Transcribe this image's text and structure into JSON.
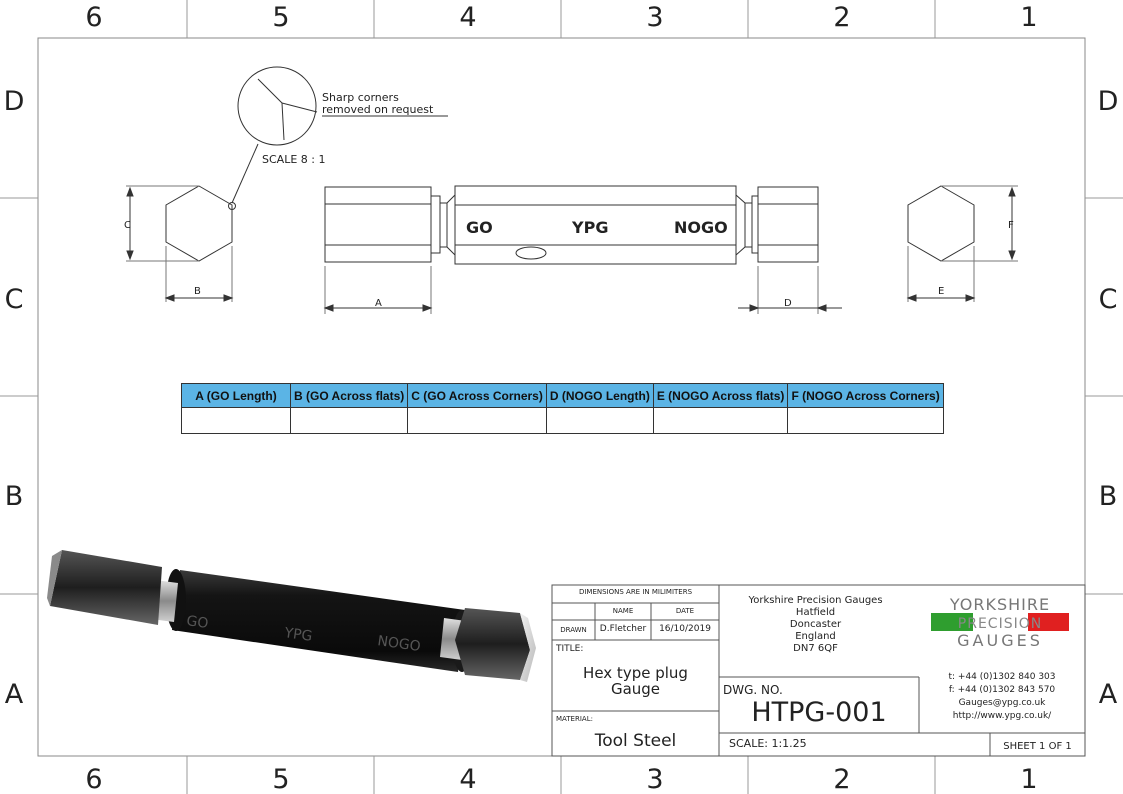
{
  "border": {
    "columns": [
      "6",
      "5",
      "4",
      "3",
      "2",
      "1"
    ],
    "rows": [
      "D",
      "C",
      "B",
      "A"
    ]
  },
  "detail": {
    "note_line1": "Sharp corners",
    "note_line2": "removed on request",
    "scale": "SCALE 8 : 1"
  },
  "drawing": {
    "engrave_go": "GO",
    "engrave_ypg": "YPG",
    "engrave_nogo": "NOGO",
    "dim_a": "A",
    "dim_b": "B",
    "dim_c": "C",
    "dim_d": "D",
    "dim_e": "E",
    "dim_f": "F"
  },
  "dims_table": {
    "headers": [
      "A (GO Length)",
      "B (GO Across flats)",
      "C (GO Across Corners)",
      "D (NOGO Length)",
      "E (NOGO Across flats)",
      "F (NOGO Across Corners)"
    ]
  },
  "render": {
    "engrave_go": "GO",
    "engrave_ypg": "YPG",
    "engrave_nogo": "NOGO"
  },
  "title_block": {
    "dims_note": "DIMENSIONS ARE IN MILIMITERS",
    "name_header": "NAME",
    "date_header": "DATE",
    "drawn_label": "DRAWN",
    "drawn_name": "D.Fletcher",
    "drawn_date": "16/10/2019",
    "title_label": "TITLE:",
    "title_line1": "Hex type plug",
    "title_line2": "Gauge",
    "material_label": "MATERIAL:",
    "material": "Tool Steel",
    "company_lines": [
      "Yorkshire Precision Gauges",
      "Hatfield",
      "Doncaster",
      "England",
      "DN7 6QF"
    ],
    "dwg_label": "DWG.  NO.",
    "dwg_no": "HTPG-001",
    "scale_label": "SCALE:  1:1.25",
    "sheet": "SHEET 1 OF 1",
    "logo": {
      "line1": "YORKSHIRE",
      "line2": "PRECISION",
      "line3": "GAUGES",
      "colors": [
        "#2f9e2f",
        "#ffffff",
        "#e02020"
      ]
    },
    "contact": [
      "t: +44 (0)1302  840 303",
      "f: +44 (0)1302 843 570",
      "Gauges@ypg.co.uk",
      "http://www.ypg.co.uk/"
    ]
  }
}
